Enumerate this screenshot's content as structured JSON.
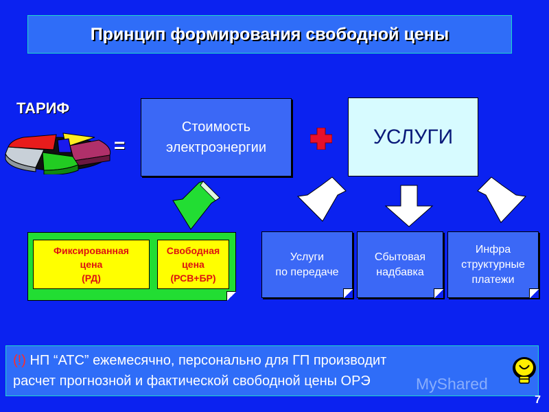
{
  "title": "Принцип формирования свободной цены",
  "tariff_label": "ТАРИФ",
  "equals_sign": "=",
  "cost_box": {
    "line1": "Стоимость",
    "line2": "электроэнергии"
  },
  "services_box": {
    "label": "УСЛУГИ"
  },
  "fixed_price": {
    "line1": "Фиксированная",
    "line2": "цена",
    "line3": "(РД)"
  },
  "free_price": {
    "line1": "Свободная",
    "line2": "цена",
    "line3": "(РСВ+БР)"
  },
  "sub_services": [
    {
      "line1": "Услуги",
      "line2": "по передаче"
    },
    {
      "line1": "Сбытовая",
      "line2": "надбавка"
    },
    {
      "line1": "Инфра",
      "line2": "структурные",
      "line3": "платежи"
    }
  ],
  "note": {
    "exclamation": "(!)",
    "line1_rest": " НП “АТС” ежемесячно, персонально для ГП производит",
    "line2": "расчет прогнозной и фактической свободной цены ОРЭ"
  },
  "watermark": "MyShared",
  "page_number": "7",
  "colors": {
    "background": "#0b22f0",
    "panel": "#3b68f6",
    "services_fill": "#d7fbff",
    "green_panel": "#22dd33",
    "yellow_panel": "#ffff00",
    "red_text": "#dd1111",
    "plus_sign": "#e8102a"
  },
  "icons": [
    "pie-chart-icon",
    "plus-icon",
    "arrow-down-icon",
    "lightbulb-icon"
  ]
}
